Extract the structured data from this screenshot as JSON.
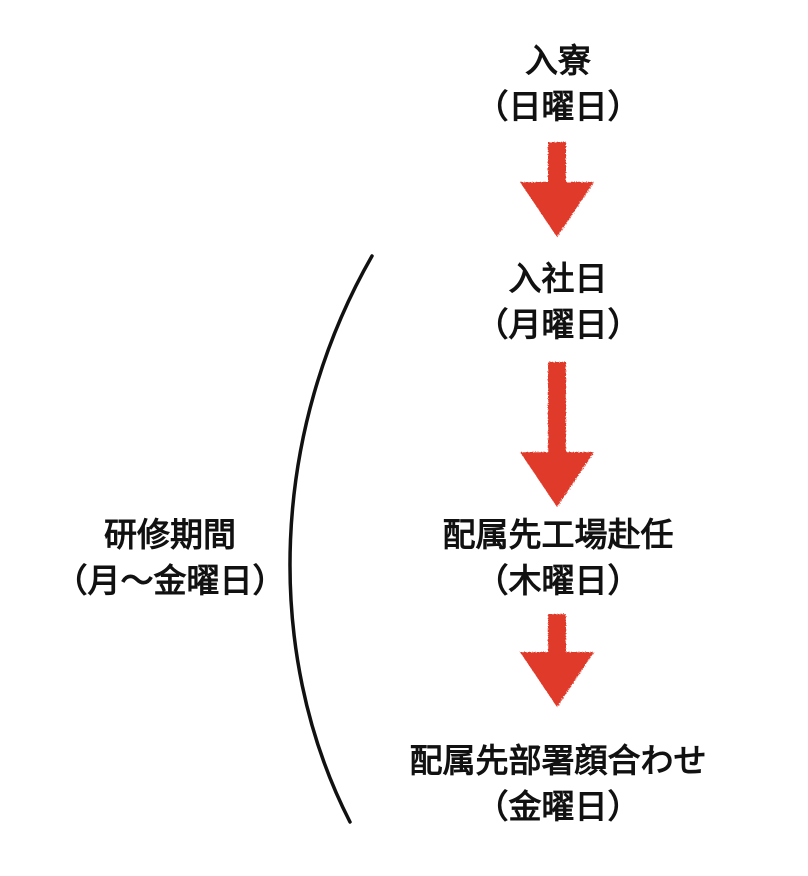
{
  "steps": [
    {
      "title": "入寮",
      "day": "（日曜日）"
    },
    {
      "title": "入社日",
      "day": "（月曜日）"
    },
    {
      "title": "配属先工場赴任",
      "day": "（木曜日）"
    },
    {
      "title": "配属先部署顔合わせ",
      "day": "（金曜日）"
    }
  ],
  "period": {
    "title": "研修期間",
    "range": "（月～金曜日）"
  },
  "colors": {
    "arrow": "#e03a2a",
    "text": "#111111",
    "bracket": "#111111"
  },
  "icons": {
    "arrow": "down-arrow-icon",
    "bracket": "curved-bracket"
  }
}
